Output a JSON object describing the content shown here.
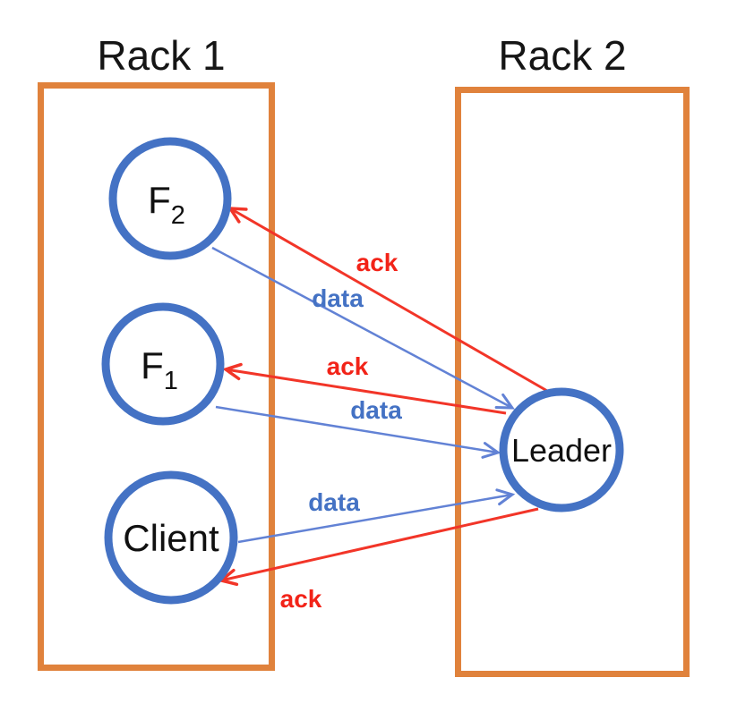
{
  "diagram": {
    "racks": [
      {
        "id": "rack1",
        "title": "Rack 1"
      },
      {
        "id": "rack2",
        "title": "Rack 2"
      }
    ],
    "nodes": [
      {
        "id": "F2",
        "label": "F",
        "subscript": "2",
        "rack": "Rack 1"
      },
      {
        "id": "F1",
        "label": "F",
        "subscript": "1",
        "rack": "Rack 1"
      },
      {
        "id": "Client",
        "label": "Client",
        "subscript": "",
        "rack": "Rack 1"
      },
      {
        "id": "Leader",
        "label": "Leader",
        "subscript": "",
        "rack": "Rack 2"
      }
    ],
    "edges": [
      {
        "id": "ack-leader-to-f2",
        "label": "ack",
        "kind": "ack",
        "from": "Leader",
        "to": "F2"
      },
      {
        "id": "data-f2-to-leader",
        "label": "data",
        "kind": "data",
        "from": "F2",
        "to": "Leader"
      },
      {
        "id": "ack-leader-to-f1",
        "label": "ack",
        "kind": "ack",
        "from": "Leader",
        "to": "F1"
      },
      {
        "id": "data-f1-to-leader",
        "label": "data",
        "kind": "data",
        "from": "F1",
        "to": "Leader"
      },
      {
        "id": "data-client-to-leader",
        "label": "data",
        "kind": "data",
        "from": "Client",
        "to": "Leader"
      },
      {
        "id": "ack-leader-to-client",
        "label": "ack",
        "kind": "ack",
        "from": "Leader",
        "to": "Client"
      }
    ]
  },
  "colors": {
    "rack_border": "#E0823C",
    "node_border": "#4472C4",
    "node_fill": "#FFFFFF",
    "data_line": "#6282D5",
    "ack_line": "#F23528",
    "data_text": "#4472C4",
    "ack_text": "#F22318"
  }
}
